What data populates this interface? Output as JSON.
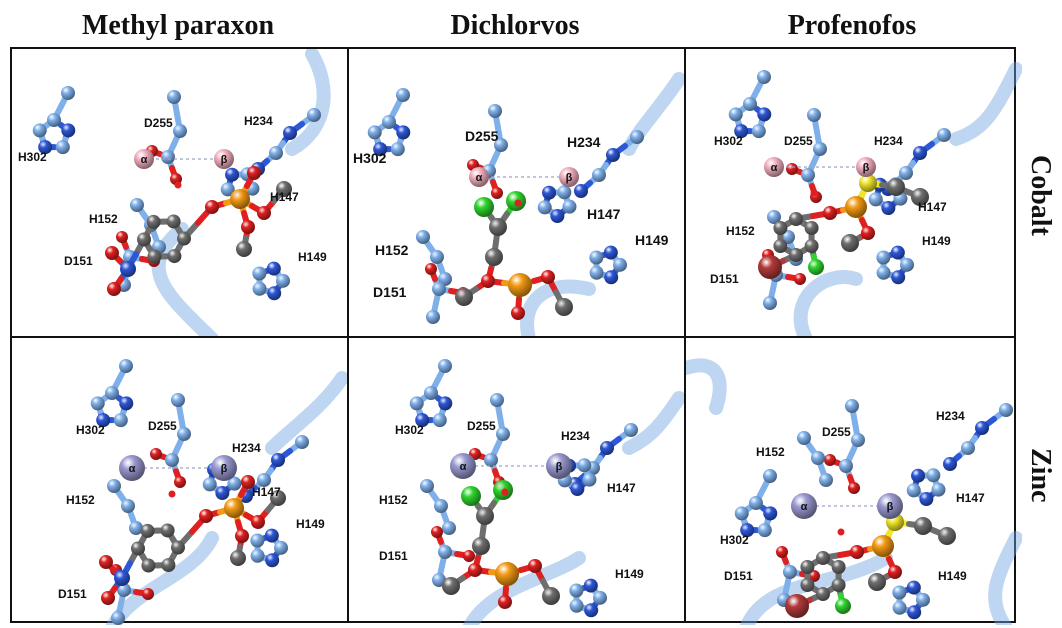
{
  "columns": [
    "Methyl paraxon",
    "Dichlorvos",
    "Profenofos"
  ],
  "rows": [
    "Cobalt",
    "Zinc"
  ],
  "metals": {
    "alpha": "α",
    "beta": "β"
  },
  "colors": {
    "ribbon": "#6fa3df",
    "carbon_protein": "#7fb0ea",
    "nitrogen": "#2d57d6",
    "oxygen": "#e02020",
    "carbon_ligand": "#6e6e6e",
    "phosphorus": "#f39a14",
    "chlorine": "#2fd42f",
    "sulfur": "#f0e62a",
    "bromine": "#b33a3a",
    "cobalt": "#f3b0c0",
    "zinc": "#9a9ad2"
  },
  "panels": [
    {
      "ligand": "Methyl paraxon",
      "metal": "Cobalt",
      "labels": {
        "H302": "H302",
        "D255": "D255",
        "H234": "H234",
        "H147": "H147",
        "H152": "H152",
        "D151": "D151",
        "H149": "H149"
      }
    },
    {
      "ligand": "Dichlorvos",
      "metal": "Cobalt",
      "labels": {
        "H302": "H302",
        "D255": "D255",
        "H234": "H234",
        "H147": "H147",
        "H152": "H152",
        "D151": "D151",
        "H149": "H149"
      }
    },
    {
      "ligand": "Profenofos",
      "metal": "Cobalt",
      "labels": {
        "H302": "H302",
        "D255": "D255",
        "H234": "H234",
        "H147": "H147",
        "H152": "H152",
        "D151": "D151",
        "H149": "H149"
      }
    },
    {
      "ligand": "Methyl paraxon",
      "metal": "Zinc",
      "labels": {
        "H302": "H302",
        "D255": "D255",
        "H234": "H234",
        "H147": "H147",
        "H152": "H152",
        "D151": "D151",
        "H149": "H149"
      }
    },
    {
      "ligand": "Dichlorvos",
      "metal": "Zinc",
      "labels": {
        "H302": "H302",
        "D255": "D255",
        "H234": "H234",
        "H147": "H147",
        "H152": "H152",
        "D151": "D151",
        "H149": "H149"
      }
    },
    {
      "ligand": "Profenofos",
      "metal": "Zinc",
      "labels": {
        "H302": "H302",
        "D255": "D255",
        "H234": "H234",
        "H147": "H147",
        "H152": "H152",
        "D151": "D151",
        "H149": "H149"
      }
    }
  ]
}
